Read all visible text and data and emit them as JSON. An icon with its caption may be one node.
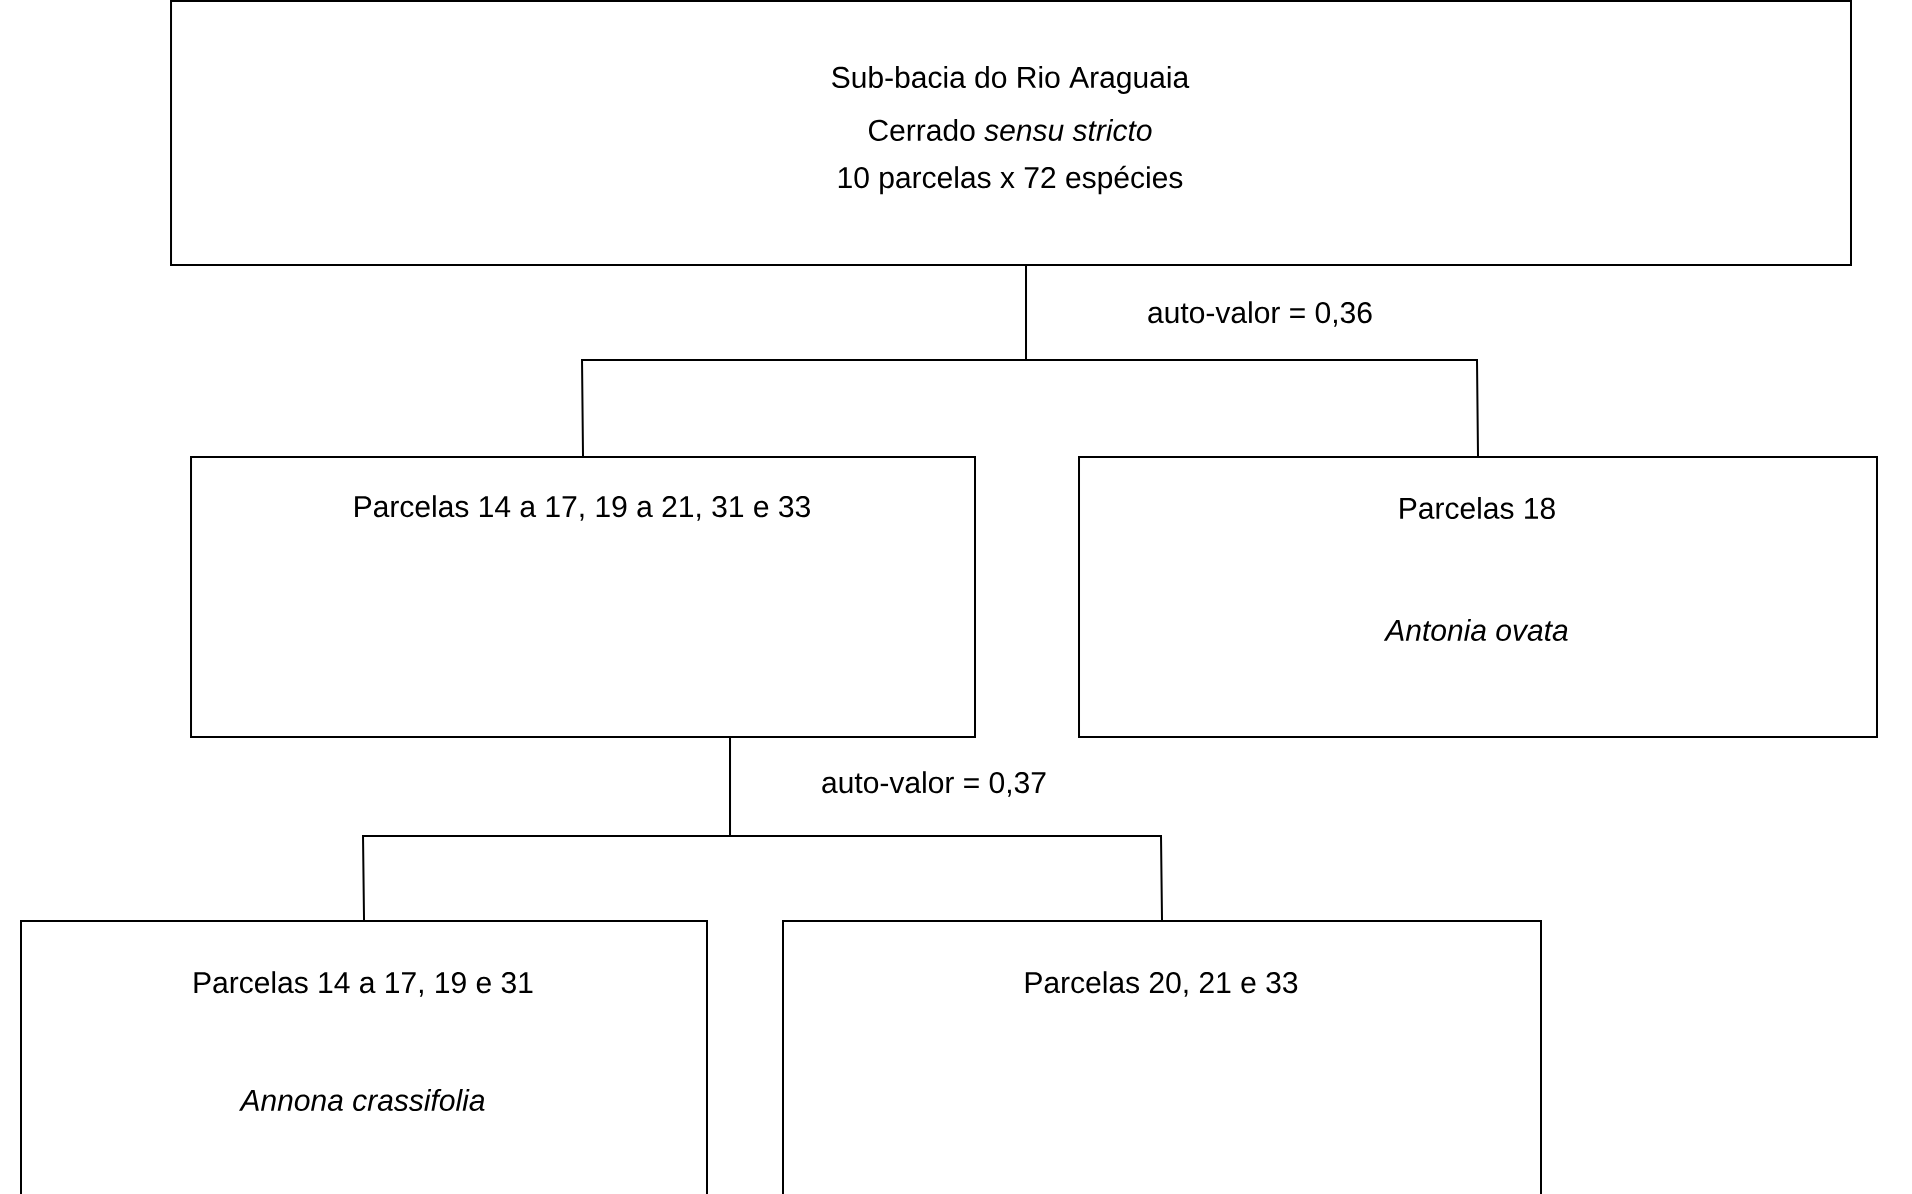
{
  "diagram": {
    "nodes": [
      {
        "text": [
          "Sub-bacia do Rio Araguaia",
          "Cerrado *sensu stricto*",
          "10 parcelas x 72 espécies"
        ]
      },
      {
        "text": [
          "Parcelas 14 a 17, 19 a 21, 31 e 33"
        ]
      },
      {
        "text": [
          "Parcelas 18",
          "Antonia ovata"
        ]
      },
      {
        "text": [
          "Parcelas 14 a 17, 19 e 31",
          "Annona crassifolia"
        ]
      },
      {
        "text": [
          "Parcelas 20, 21 e 33"
        ]
      }
    ],
    "edges": [
      {
        "from": 0,
        "to": 1,
        "arrow": "none"
      },
      {
        "from": 0,
        "to": 2,
        "arrow": "none"
      },
      {
        "from": 1,
        "to": 3,
        "arrow": "none"
      },
      {
        "from": 1,
        "to": 4,
        "arrow": "none"
      }
    ],
    "labels": [
      "auto-valor = 0,36",
      "auto-valor = 0,37"
    ]
  }
}
